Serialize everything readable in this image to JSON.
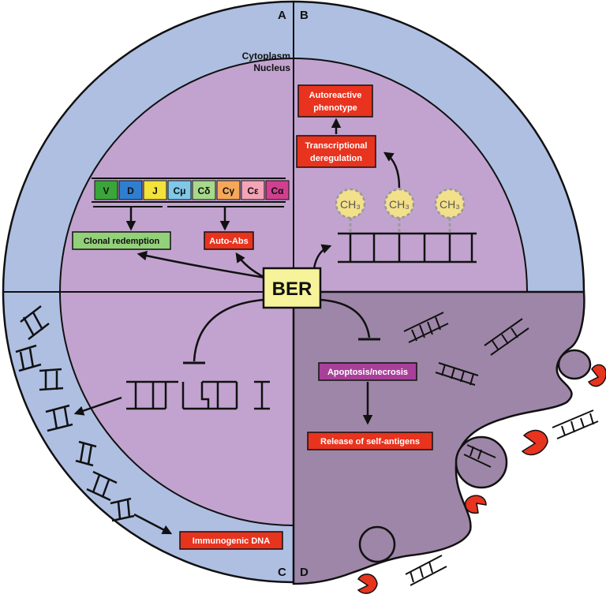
{
  "quadrants": {
    "a": "A",
    "b": "B",
    "c": "C",
    "d": "D"
  },
  "compartments": {
    "cytoplasm": "Cytoplasm",
    "nucleus": "Nucleus"
  },
  "center": {
    "label": "BER"
  },
  "gene_segments": [
    {
      "label": "V",
      "color": "#3aa63a"
    },
    {
      "label": "D",
      "color": "#2f7fd1"
    },
    {
      "label": "J",
      "color": "#f2e23a"
    },
    {
      "label": "Cμ",
      "color": "#7fc8e8"
    },
    {
      "label": "Cδ",
      "color": "#a7d98b"
    },
    {
      "label": "Cγ",
      "color": "#f5a85a"
    },
    {
      "label": "Cε",
      "color": "#f4a4b6"
    },
    {
      "label": "Cα",
      "color": "#d0408f"
    }
  ],
  "methyl_label": "CH₃",
  "boxes": {
    "clonal_redemption": "Clonal redemption",
    "auto_abs": "Auto-Abs",
    "transcriptional_line1": "Transcriptional",
    "transcriptional_line2": "deregulation",
    "autoreactive_line1": "Autoreactive",
    "autoreactive_line2": "phenotype",
    "apoptosis": "Apoptosis/necrosis",
    "release": "Release of self-antigens",
    "immunogenic": "Immunogenic DNA"
  },
  "colors": {
    "cytoplasm": "#aebfe2",
    "nucleus": "#c2a3cf",
    "dying_cell": "#9e86a8",
    "green_box": "#93d07a",
    "red_box": "#e8331e",
    "purple_box": "#a8409a",
    "ber_box": "#f6f39a"
  }
}
